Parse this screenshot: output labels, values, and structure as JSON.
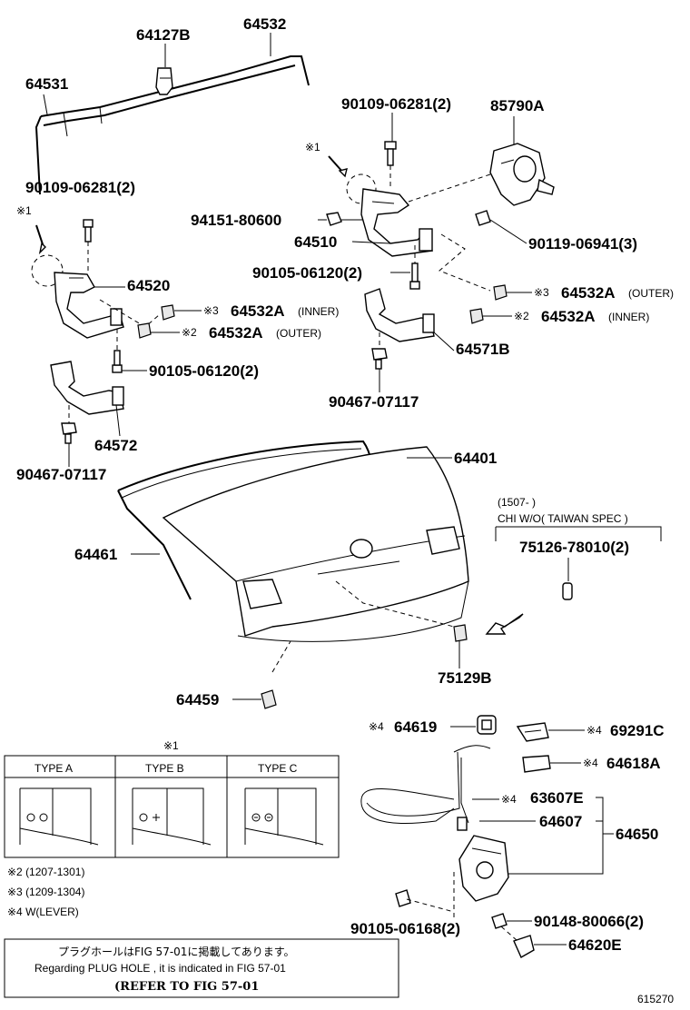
{
  "parts": {
    "p64127B": "64127B",
    "p64532": "64532",
    "p64531": "64531",
    "p90109_left": "90109-06281(2)",
    "p90109_right": "90109-06281(2)",
    "p85790A": "85790A",
    "p94151": "94151-80600",
    "p64510": "64510",
    "p90119": "90119-06941(3)",
    "p90105_upper": "90105-06120(2)",
    "p64520": "64520",
    "p64532A_inner_left": "64532A",
    "p64532A_outer_left": "64532A",
    "p64532A_outer_right": "64532A",
    "p64532A_inner_right": "64532A",
    "p90105_left": "90105-06120(2)",
    "p64571B": "64571B",
    "p90467_right": "90467-07117",
    "p64572": "64572",
    "p90467_left": "90467-07117",
    "p64401": "64401",
    "p64461": "64461",
    "p75126": "75126-78010(2)",
    "p75129B": "75129B",
    "p64459": "64459",
    "p64619": "64619",
    "p69291C": "69291C",
    "p64618A": "64618A",
    "p63607E": "63607E",
    "p64607": "64607",
    "p64650": "64650",
    "p90148": "90148-80066(2)",
    "p90105_bottom": "90105-06168(2)",
    "p64620E": "64620E"
  },
  "marks": {
    "m1_top": "※1",
    "m1_left": "※1",
    "m3_inner_left": "※3",
    "m2_outer_left": "※2",
    "m3_outer_right": "※3",
    "m2_inner_right": "※2",
    "m4_64619": "※4",
    "m4_69291C": "※4",
    "m4_64618A": "※4",
    "m4_63607E": "※4",
    "m1_types": "※1"
  },
  "qualifiers": {
    "inner_left": "(INNER)",
    "outer_left": "(OUTER)",
    "outer_right": "(OUTER)",
    "inner_right": "(INNER)"
  },
  "spec_note": {
    "line1": "(1507-      )",
    "line2": "CHI W/O( TAIWAN SPEC )"
  },
  "types": {
    "a": "TYPE  A",
    "b": "TYPE  B",
    "c": "TYPE  C"
  },
  "footnotes": {
    "n2": "※2 (1207-1301)",
    "n3": "※3 (1209-1304)",
    "n4": "※4 W(LEVER)"
  },
  "plug_note": {
    "jp": "プラグホールはFIG 57-01に掲載してあります。",
    "en": "Regarding  PLUG  HOLE , it is indicated in FIG  57-01",
    "refer": "(REFER TO FIG 57-01"
  },
  "figure_id": "615270"
}
